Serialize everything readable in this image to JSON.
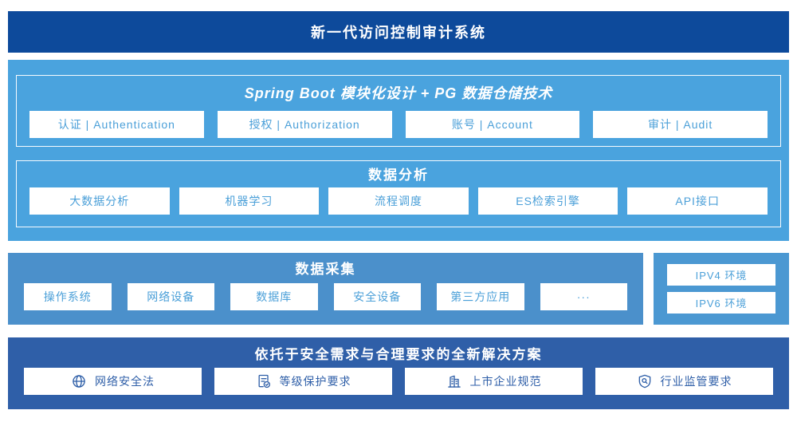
{
  "page": {
    "title": "新一代访问控制审计系统"
  },
  "platform": {
    "title": "Spring Boot 模块化设计 + PG 数据仓储技术",
    "modules": [
      "认证 | Authentication",
      "授权 | Authorization",
      "账号 | Account",
      "审计 | Audit"
    ],
    "analysis": {
      "title": "数据分析",
      "items": [
        "大数据分析",
        "机器学习",
        "流程调度",
        "ES检索引擎",
        "API接口"
      ]
    }
  },
  "collection": {
    "title": "数据采集",
    "items": [
      "操作系统",
      "网络设备",
      "数据库",
      "安全设备",
      "第三方应用",
      "···"
    ],
    "environments": [
      "IPV4 环境",
      "IPV6 环境"
    ]
  },
  "solution": {
    "title": "依托于安全需求与合理要求的全新解决方案",
    "items": [
      {
        "icon": "globe-icon",
        "label": "网络安全法"
      },
      {
        "icon": "document-check-icon",
        "label": "等级保护要求"
      },
      {
        "icon": "building-icon",
        "label": "上市企业规范"
      },
      {
        "icon": "shield-search-icon",
        "label": "行业监管要求"
      }
    ]
  },
  "colors": {
    "banner_bg": "#0d4a9b",
    "platform_bg": "#4aa3de",
    "collection_bg": "#4b90cb",
    "solution_bg": "#2f5fa8",
    "box_text_blue": "#4a9fd8",
    "solution_text_blue": "#2f5fa8",
    "box_bg": "#ffffff"
  }
}
